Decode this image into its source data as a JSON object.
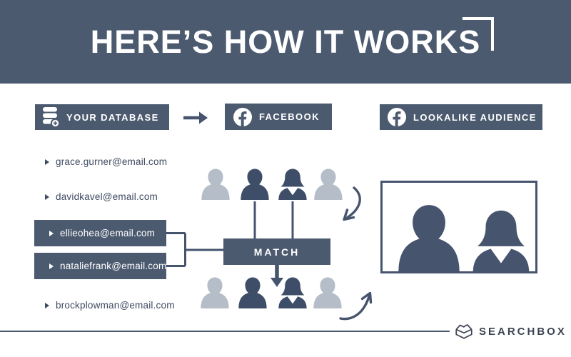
{
  "header": {
    "title": "HERE’S HOW IT WORKS"
  },
  "flow_labels": {
    "database": "YOUR DATABASE",
    "facebook": "FACEBOOK",
    "lookalike": "LOOKALIKE AUDIENCE"
  },
  "emails": {
    "items": [
      {
        "address": "grace.gurner@email.com",
        "highlighted": false
      },
      {
        "address": "davidkavel@email.com",
        "highlighted": false
      },
      {
        "address": "ellieohea@email.com",
        "highlighted": true
      },
      {
        "address": "nataliefrank@email.com",
        "highlighted": true
      },
      {
        "address": "brockplowman@email.com",
        "highlighted": false
      }
    ]
  },
  "match": {
    "label": "MATCH"
  },
  "footer": {
    "brand": "SEARCHBOX"
  },
  "icons": {
    "database": "database-add-icon",
    "facebook": "facebook-icon",
    "brand": "open-box-icon"
  },
  "colors": {
    "slate": "#4c5a70",
    "line": "#46546e",
    "person_dark": "#3f4e68",
    "person_light": "#b5bdc9",
    "email_text": "#3e4a60",
    "brand_text": "#3c4452",
    "background": "#ffffff"
  }
}
